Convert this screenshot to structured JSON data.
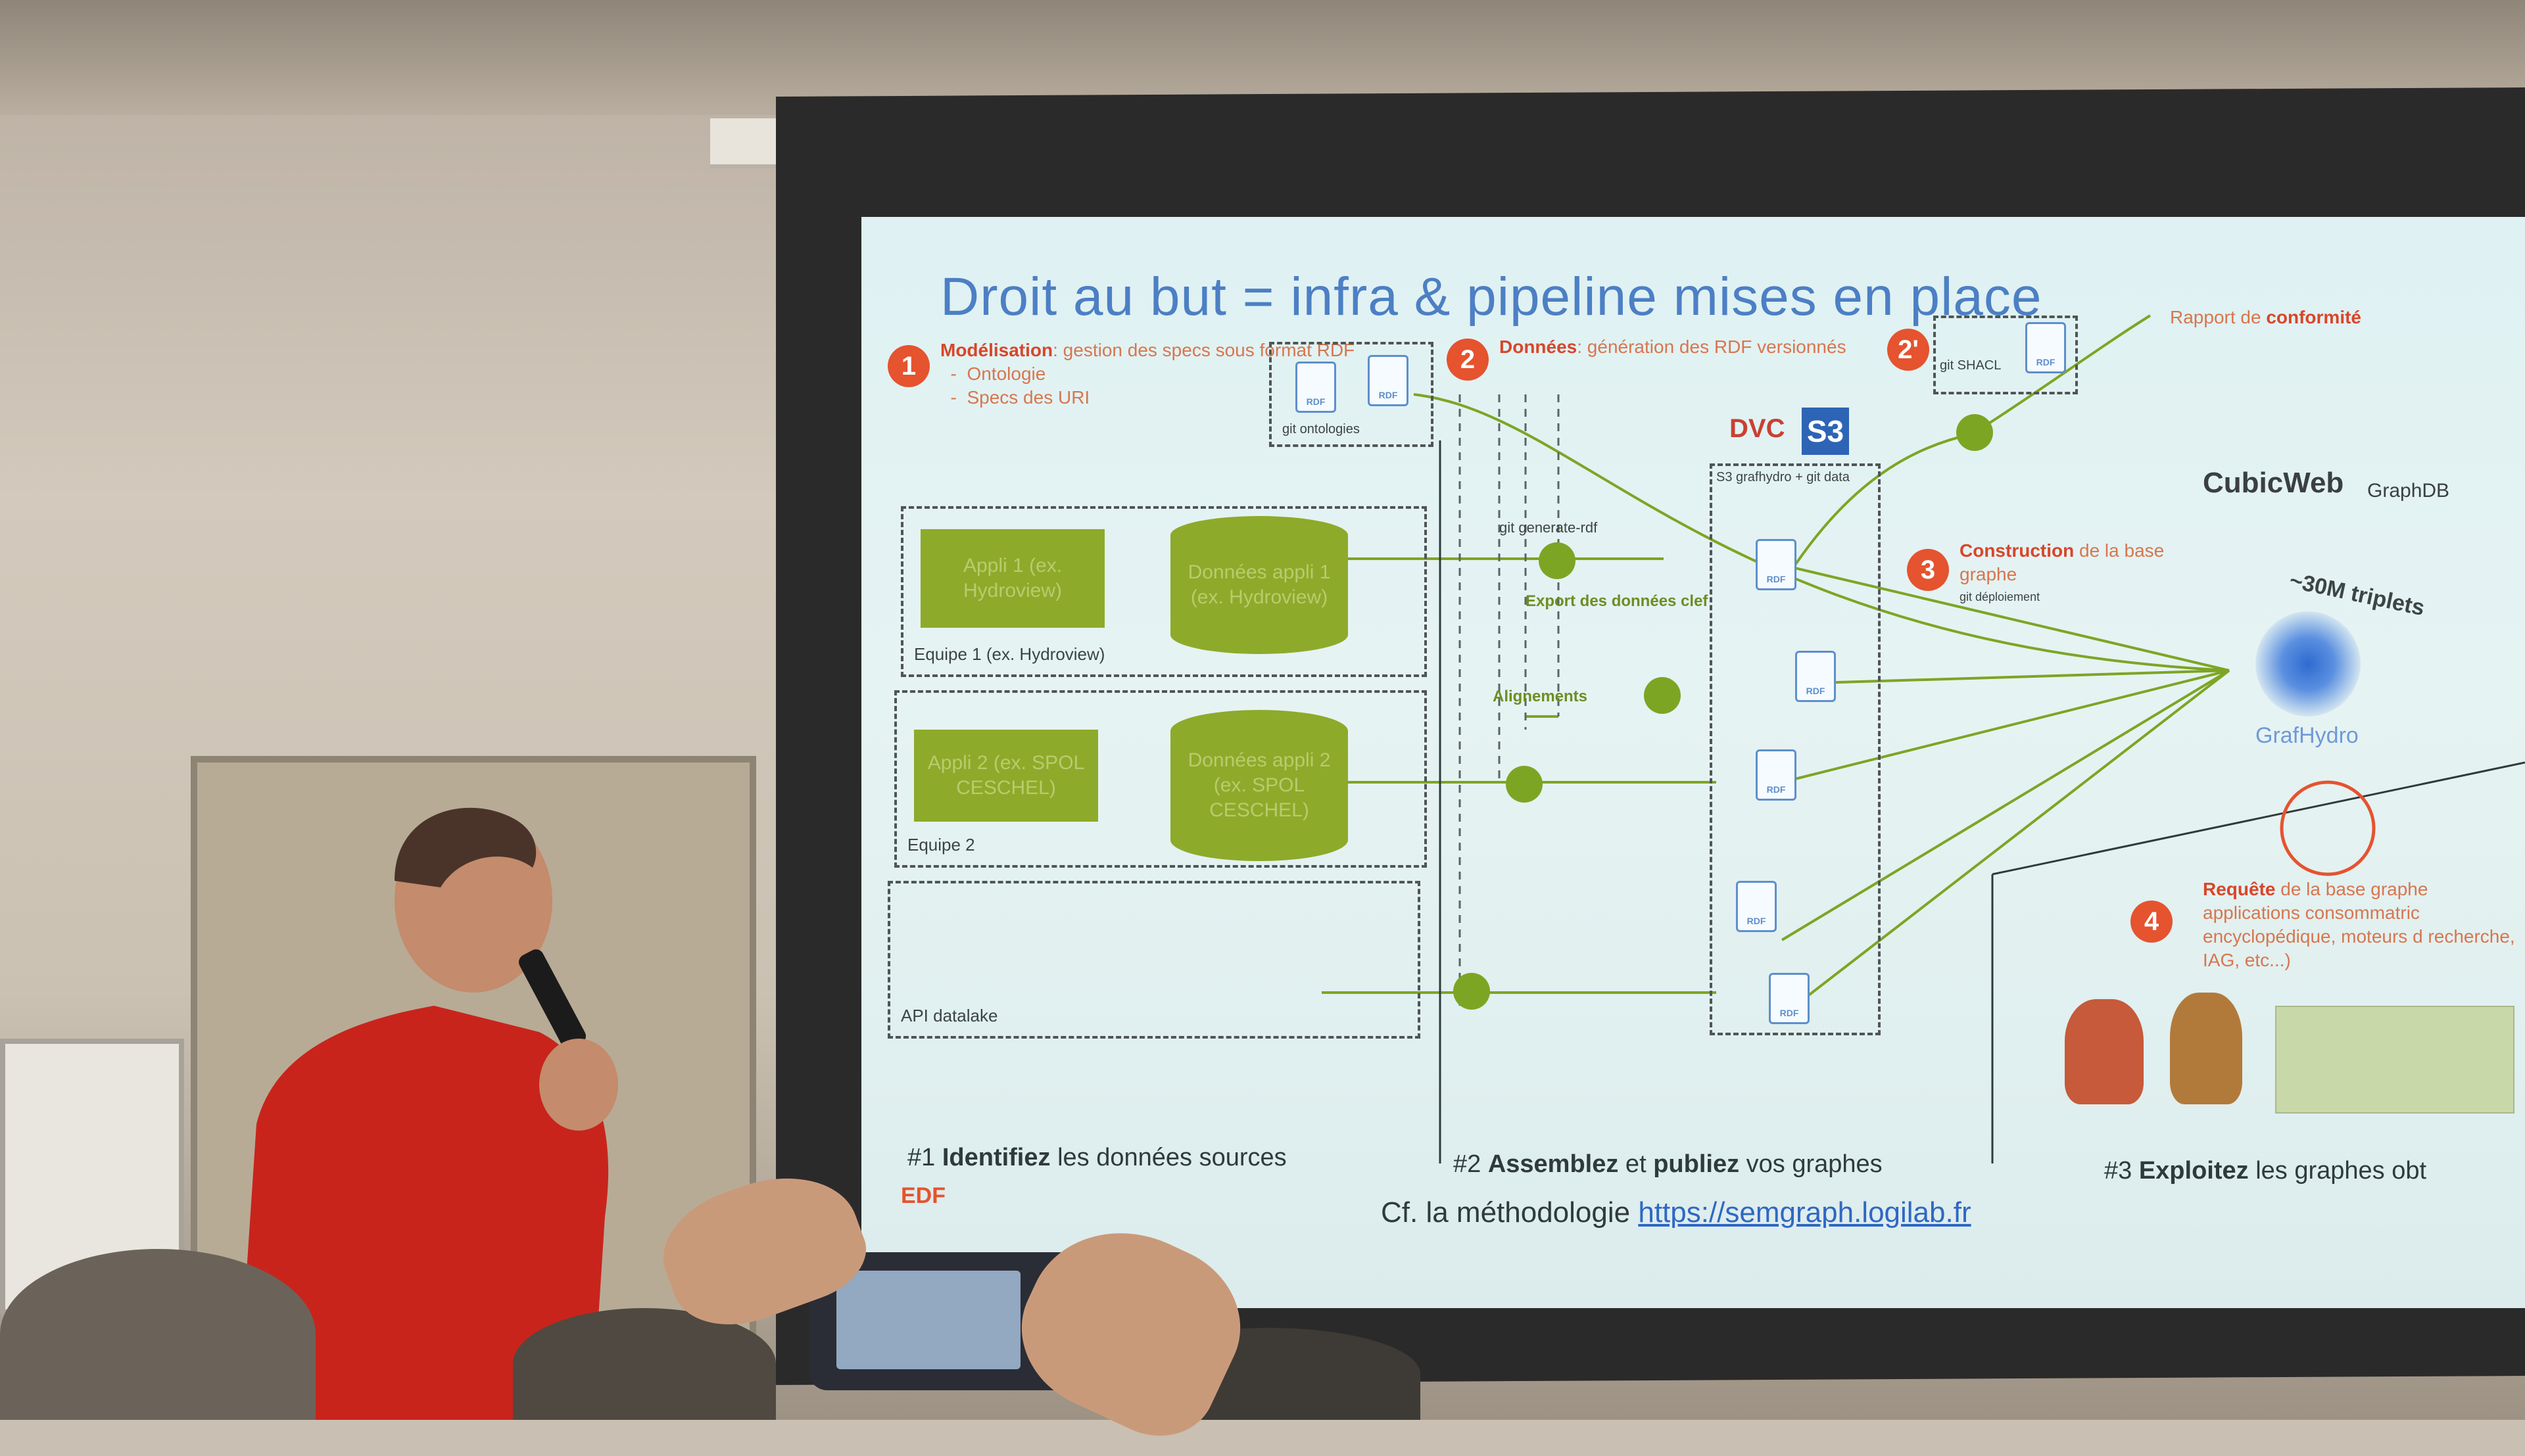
{
  "slide": {
    "title": "Droit au but = infra & pipeline mises en place",
    "step1": {
      "num": "1",
      "heading": "Modélisation",
      "text": ": gestion des specs sous format RDF",
      "items": [
        "Ontologie",
        "Specs des URI"
      ],
      "git_label": "git ontologies"
    },
    "step2": {
      "num": "2",
      "heading": "Données",
      "text": ": génération des RDF versionnés",
      "dvc": "DVC",
      "s3": "S3",
      "s3_label": "S3 grafhydro + git data",
      "git_generate": "git generate-rdf",
      "export": "Export des données clef",
      "alignements": "Alignements"
    },
    "step2b": {
      "num": "2'",
      "git_shacl": "git SHACL",
      "rapport": "Rapport de ",
      "rapport_bold": "conformité"
    },
    "step3": {
      "num": "3",
      "heading": "Construction",
      "text": " de la base graphe",
      "git_deploy": "git déploiement",
      "triplets": "~30M triplets",
      "grafhydro": "GrafHydro",
      "cubicweb": "CubicWeb",
      "graphdb": "GraphDB"
    },
    "step4": {
      "num": "4",
      "heading": "Requête",
      "text": " de la base graphe applications consommatric encyclopédique, moteurs d recherche, IAG, etc...)"
    },
    "team1": {
      "app": "Appli 1 (ex. Hydroview)",
      "data": "Données appli 1 (ex. Hydroview)",
      "label": "Equipe 1 (ex. Hydroview)"
    },
    "team2": {
      "app": "Appli 2 (ex. SPOL CESCHEL)",
      "data": "Données appli 2 (ex. SPOL CESCHEL)",
      "label": "Equipe 2"
    },
    "api_label": "API datalake",
    "rdf_tag": "RDF",
    "footer": {
      "f1_prefix": "#1 ",
      "f1_bold": "Identifiez",
      "f1_rest": " les données sources",
      "f2_prefix": "#2 ",
      "f2_bold": "Assemblez",
      "f2_mid": " et ",
      "f2_bold2": "publiez",
      "f2_rest": " vos graphes",
      "f3_prefix": "#3 ",
      "f3_bold": "Exploitez",
      "f3_rest": " les graphes obt",
      "cf": "Cf. la méthodologie ",
      "link": "https://semgraph.logilab.fr",
      "edf": "EDF"
    }
  },
  "colors": {
    "title_blue": "#4c7fc4",
    "accent_red": "#e5532f",
    "node_green": "#7da524",
    "box_green": "#8eaa2a"
  }
}
